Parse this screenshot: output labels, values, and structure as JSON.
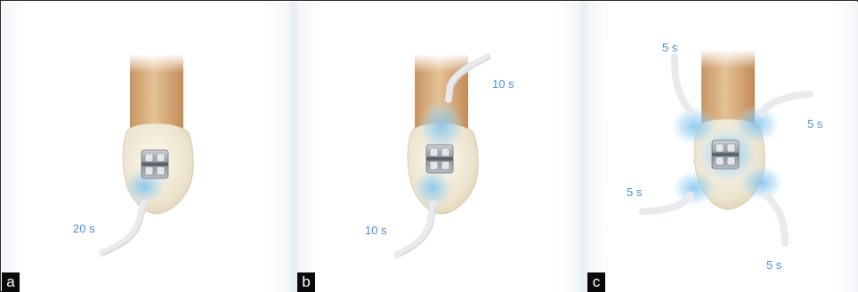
{
  "figure": {
    "panels": [
      {
        "label": "a",
        "times": [
          "20 s"
        ]
      },
      {
        "label": "b",
        "times": [
          "10 s",
          "10 s"
        ]
      },
      {
        "label": "c",
        "times": [
          "5 s",
          "5 s",
          "5 s",
          "5 s"
        ]
      }
    ]
  },
  "colors": {
    "light_glow": "#8cc8f0",
    "time_text": "#4a90d9",
    "tooth_crown": "#efe8d6",
    "tooth_root": "#d9b48a"
  },
  "icons": [
    "tooth-illustration",
    "orthodontic-bracket-icon",
    "curing-light-tip-icon"
  ]
}
